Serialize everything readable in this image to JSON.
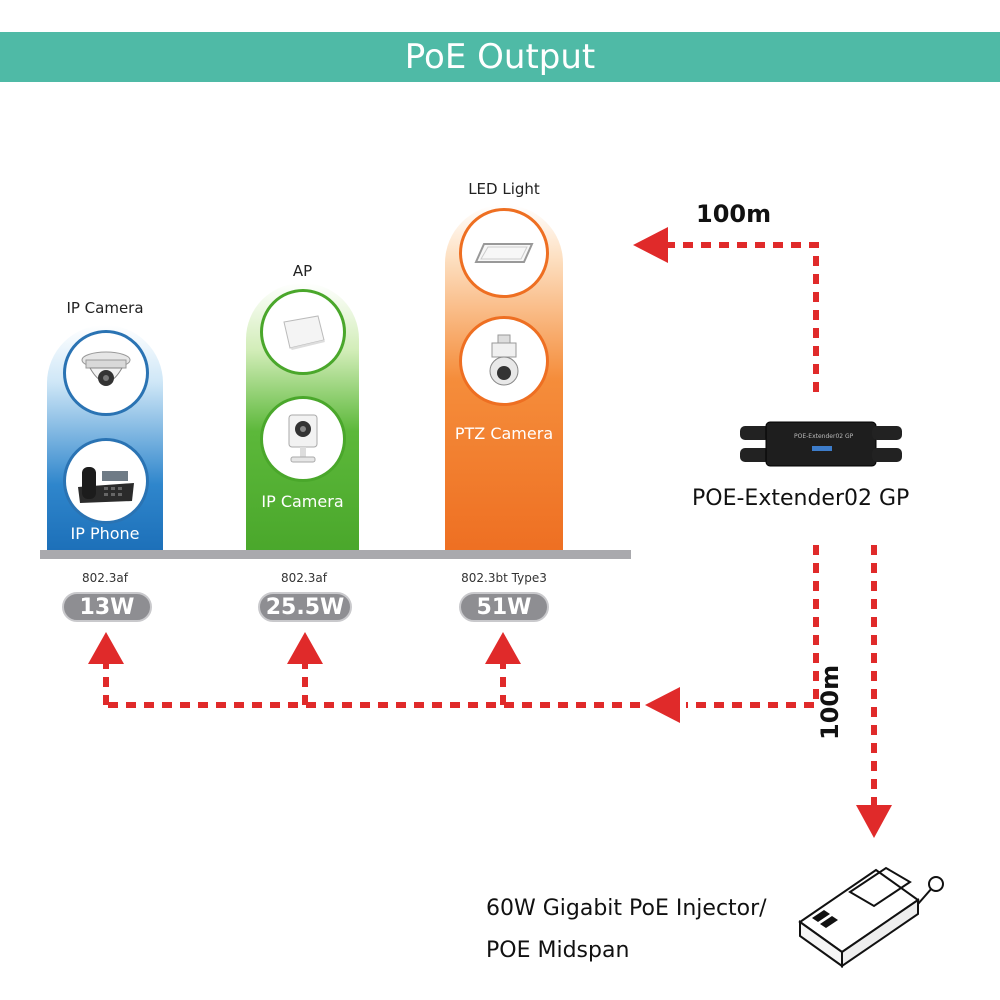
{
  "header": {
    "title": "PoE Output"
  },
  "columns": [
    {
      "top_label": "IP Camera",
      "bottom_label": "IP Phone",
      "standard": "802.3af",
      "power": "13W"
    },
    {
      "top_label": "AP",
      "bottom_label": "IP Camera",
      "standard": "802.3af",
      "power": "25.5W"
    },
    {
      "top_label": "LED Light",
      "bottom_label": "PTZ Camera",
      "standard": "802.3bt Type3",
      "power": "51W"
    }
  ],
  "extender": {
    "label": "POE-Extender02 GP",
    "device_text": "POE-Extender02 GP"
  },
  "injector": {
    "line1": "60W Gigabit PoE Injector/",
    "line2": "POE Midspan"
  },
  "distances": {
    "top": "100m",
    "right": "100m"
  },
  "colors": {
    "banner": "#4fbaa6",
    "arrow": "#e02a2a",
    "blue": "#2a73b3",
    "green": "#4aa72b",
    "orange": "#ee6f22",
    "pill": "#8e8e92"
  }
}
